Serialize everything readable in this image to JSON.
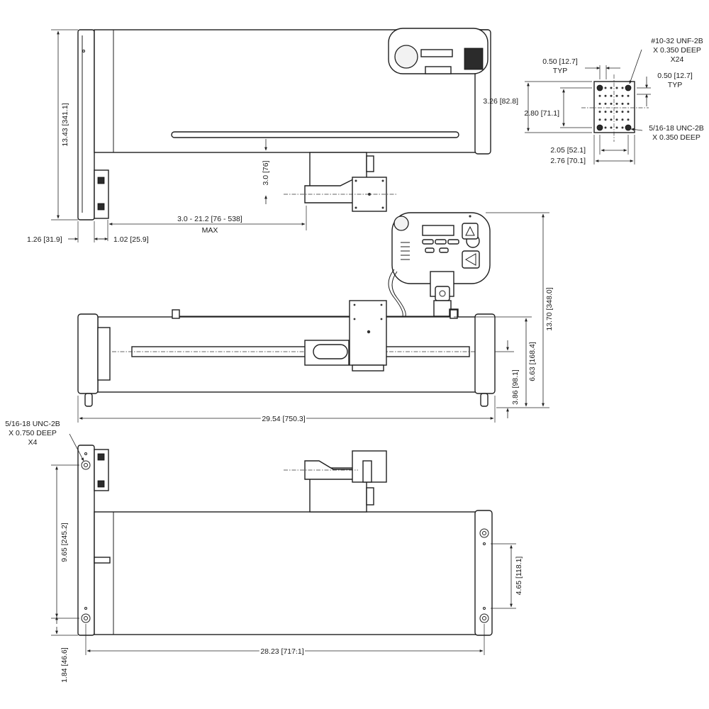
{
  "colors": {
    "line": "#1f1f1f",
    "background": "#ffffff",
    "dark_fill": "#2b2b2b"
  },
  "top_view": {
    "height_overall": "13.43 [341.1]",
    "offset_depth": "3.0 [76]",
    "stroke_range": "3.0 - 21.2 [76 - 538]",
    "stroke_max": "MAX",
    "end_plate_width": "1.26 [31.9]",
    "end_plate_offset": "1.02 [25.9]"
  },
  "carriage_detail": {
    "tap_label": "#10-32 UNF-2B",
    "tap_depth": "X 0.350 DEEP",
    "tap_count": "X24",
    "pitch_y": "0.50 [12.7]",
    "pitch_y_typ": "TYP",
    "pitch_x": "0.50 [12.7]",
    "pitch_x_typ": "TYP",
    "outer_height": "3.26 [82.8]",
    "inner_height": "2.80 [71.1]",
    "corner_tap_label": "5/16-18 UNC-2B",
    "corner_tap_depth": "X 0.350 DEEP",
    "inner_width": "2.05 [52.1]",
    "outer_width": "2.76 [70.1]"
  },
  "front_view": {
    "overall_height": "13.70 [348.0]",
    "carriage_height": "6.63 [168.4]",
    "rail_height": "3.86 [98.1]",
    "overall_length": "29.54 [750.3]"
  },
  "bottom_view": {
    "mount_tap_label": "5/16-18 UNC-2B",
    "mount_tap_depth": "X 0.750 DEEP",
    "mount_tap_count": "X4",
    "mount_spacing_left": "9.65 [245.2]",
    "mount_spacing_right": "4.65 [118.1]",
    "mount_offset": "1.84 [46.6]",
    "mount_length": "28.23 [717.1]"
  }
}
